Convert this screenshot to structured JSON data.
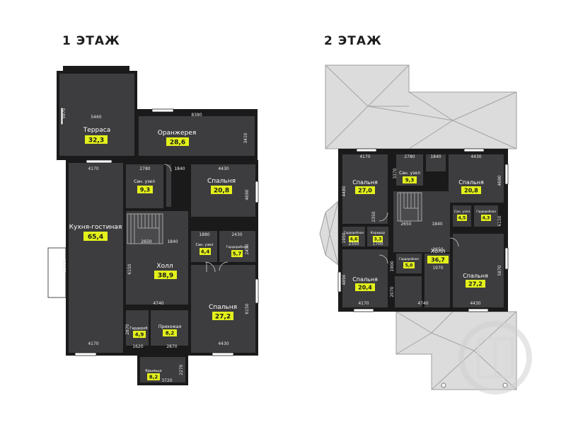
{
  "floor1": {
    "title": "1 ЭТАЖ",
    "rooms": {
      "terrace": {
        "name": "Терраса",
        "area": "32,3"
      },
      "orangery": {
        "name": "Оранжерея",
        "area": "28,6"
      },
      "kitchen": {
        "name": "Кухня-гостиная",
        "area": "65,4"
      },
      "bath": {
        "name": "Сан. узел",
        "area": "9,3"
      },
      "bedroom1": {
        "name": "Спальня",
        "area": "20,8"
      },
      "bath2": {
        "name": "Сан. узел",
        "area": "4,4"
      },
      "dressing": {
        "name": "Гардеробная",
        "area": "5,7"
      },
      "hall": {
        "name": "Холл",
        "area": "38,9"
      },
      "bedroom2": {
        "name": "Спальня",
        "area": "27,2"
      },
      "wardrobe": {
        "name": "Гардероб",
        "area": "4,9"
      },
      "entry": {
        "name": "Прихожая",
        "area": "8,2"
      },
      "porch": {
        "name": "Крыльцо",
        "area": "8,2"
      }
    },
    "dims": [
      "5460",
      "8380",
      "5970",
      "3410",
      "4170",
      "2780",
      "1840",
      "4430",
      "4690",
      "1880",
      "2430",
      "2650",
      "1840",
      "2450",
      "13550",
      "6150",
      "6150",
      "4740",
      "2870",
      "1620",
      "2870",
      "4430",
      "4170",
      "3720",
      "2270"
    ]
  },
  "floor2": {
    "title": "2 ЭТАЖ",
    "rooms": {
      "bedroomA": {
        "name": "Спальня",
        "area": "27,0"
      },
      "bath": {
        "name": "Сан. узел",
        "area": "9,3"
      },
      "bedroomB": {
        "name": "Спальня",
        "area": "20,8"
      },
      "bath2": {
        "name": "Сан. узел",
        "area": "4,5"
      },
      "dressingA": {
        "name": "Гардеробная",
        "area": "4,3"
      },
      "dressingB": {
        "name": "Гардеробная",
        "area": "4,6"
      },
      "corridor": {
        "name": "Коридор",
        "area": "3,3"
      },
      "hall": {
        "name": "Холл",
        "area": "36,7"
      },
      "dressingC": {
        "name": "Гардеробная",
        "area": "5,0"
      },
      "bedroomC": {
        "name": "Спальня",
        "area": "20,4"
      },
      "bedroomD": {
        "name": "Спальня",
        "area": "27,2"
      }
    },
    "dims": [
      "4170",
      "2780",
      "1840",
      "4430",
      "3370",
      "4480",
      "2650",
      "1840",
      "4690",
      "2350",
      "1700",
      "1950",
      "2650",
      "1970",
      "4890",
      "5870",
      "4170",
      "4740",
      "4430",
      "6150",
      "1900",
      "2070",
      "2350"
    ]
  }
}
